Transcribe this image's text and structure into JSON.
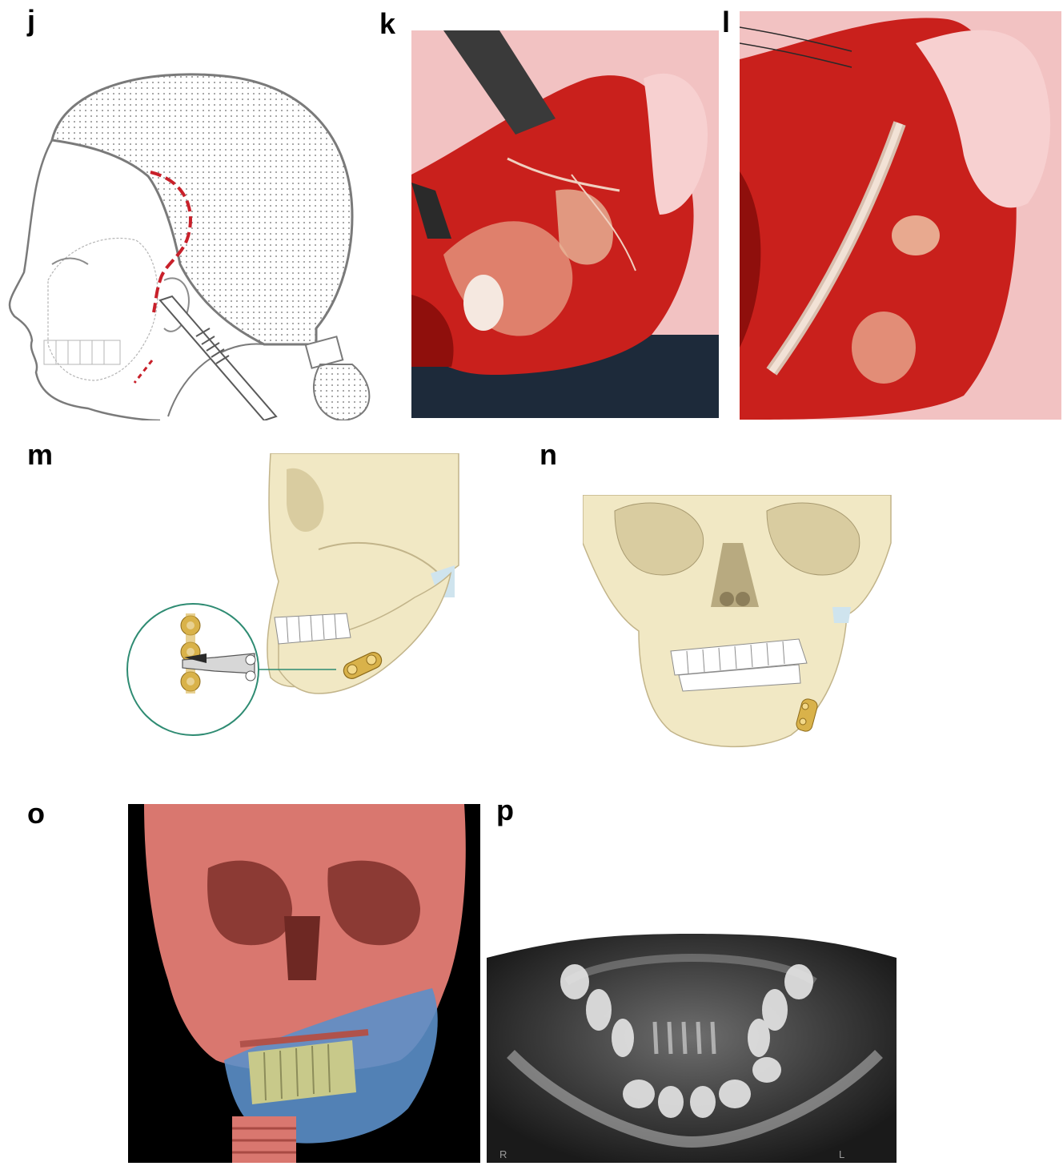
{
  "panels": [
    {
      "id": "j",
      "label": "j"
    },
    {
      "id": "k",
      "label": "k"
    },
    {
      "id": "l",
      "label": "l"
    },
    {
      "id": "m",
      "label": "m"
    },
    {
      "id": "n",
      "label": "n"
    },
    {
      "id": "o",
      "label": "o"
    },
    {
      "id": "p",
      "label": "p"
    }
  ],
  "xray": {
    "left_marker": "R",
    "right_marker": "L"
  },
  "colors": {
    "incision": "#c8202a",
    "tissue": "#c9201c",
    "tissue_dark": "#8f0f0c",
    "skin": "#f2c2c2",
    "bone": "#f1e8c4",
    "bone_shadow": "#d9ccA0",
    "plate": "#d9b24a",
    "zoom_circle": "#2e8b72",
    "model_skull": "#d9776f",
    "model_mandible": "#5b8fc9",
    "model_teeth": "#c8c98a",
    "xray_bg": "#1a1a1a"
  }
}
